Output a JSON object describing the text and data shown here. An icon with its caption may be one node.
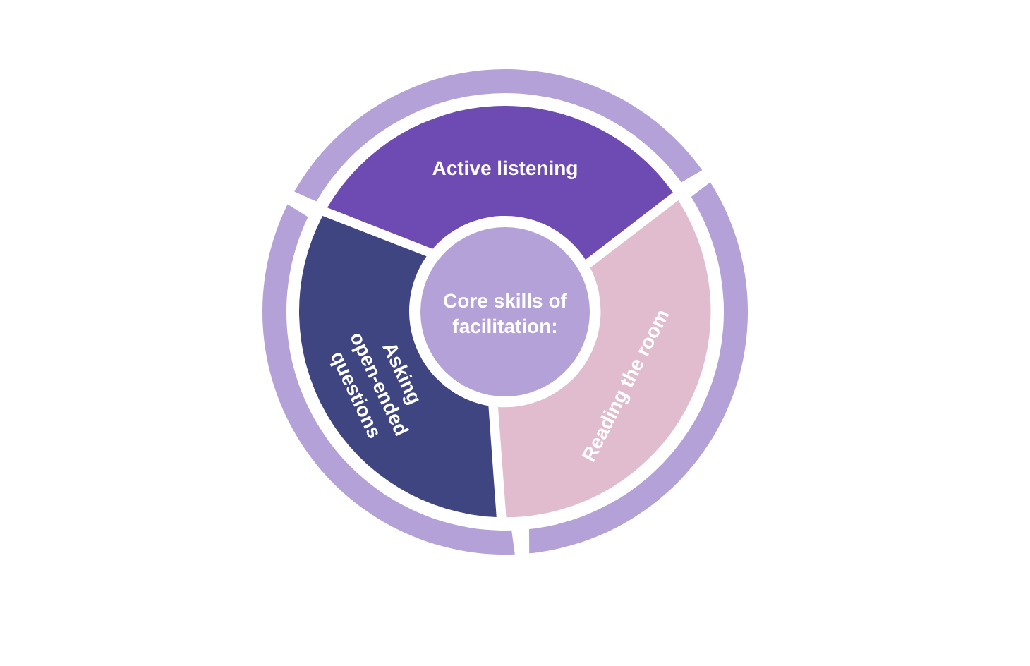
{
  "diagram": {
    "nodes": [
      {
        "text": [
          "Core skills of facilitation:"
        ]
      },
      {
        "text": [
          "Active listening"
        ]
      },
      {
        "text": [
          "Reading the room"
        ]
      },
      {
        "text": [
          "Asking open-ended questions"
        ]
      }
    ]
  }
}
